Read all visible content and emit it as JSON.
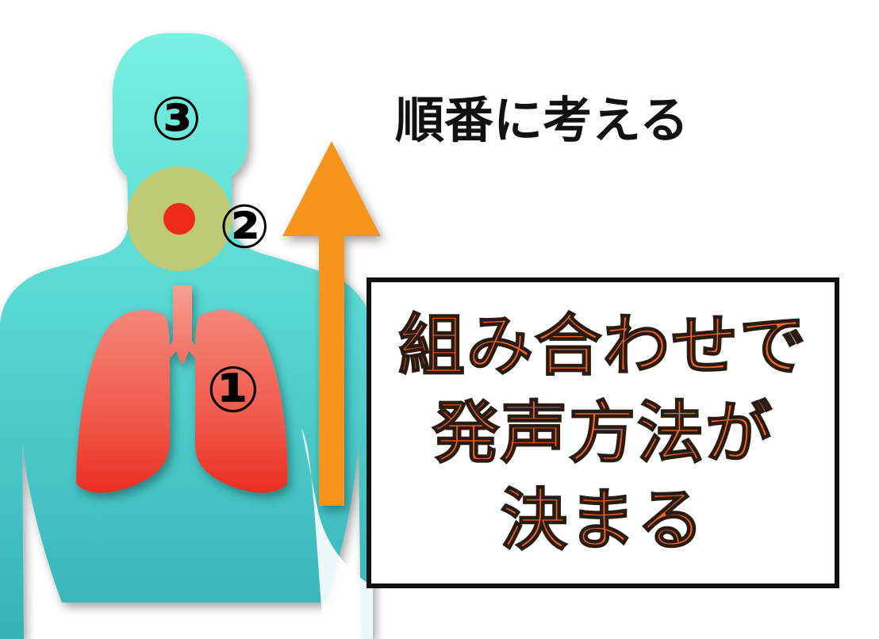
{
  "heading": "順番に考える",
  "message_lines": [
    "組み合わせで",
    "発声方法が",
    "決まる"
  ],
  "labels": {
    "lungs": "①",
    "larynx": "②",
    "head": "③"
  },
  "colors": {
    "body": "#4ecfca",
    "body_top": "#79f0e2",
    "lungs": "#f0584a",
    "larynx_highlight": "#c9c86a",
    "larynx_dot": "#ef2a1a",
    "arrow": "#f7941d",
    "message_text": "#f26522"
  },
  "icons": {
    "person": "person-silhouette-icon",
    "lungs": "lungs-icon",
    "arrow": "arrow-up-icon"
  }
}
